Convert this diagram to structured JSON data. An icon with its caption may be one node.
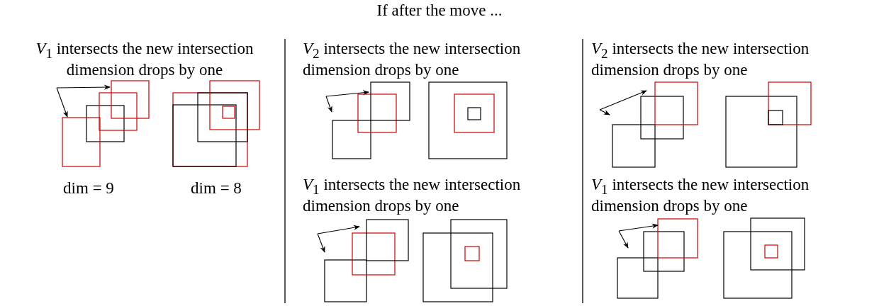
{
  "diagram": {
    "title": "If after the move ...",
    "labels": [
      "*V*$_{1}$ intersects the new intersection dimension drops by one",
      "*V*$_{2}$ intersects the new intersection dimension drops by one",
      "*V*$_{2}$ intersects the new intersection dimension drops by one",
      "dim = 9",
      "dim = 8",
      "*V*$_{1}$ intersects the new intersection dimension drops by one",
      "*V*$_{1}$ intersects the new intersection dimension drops by one"
    ]
  }
}
